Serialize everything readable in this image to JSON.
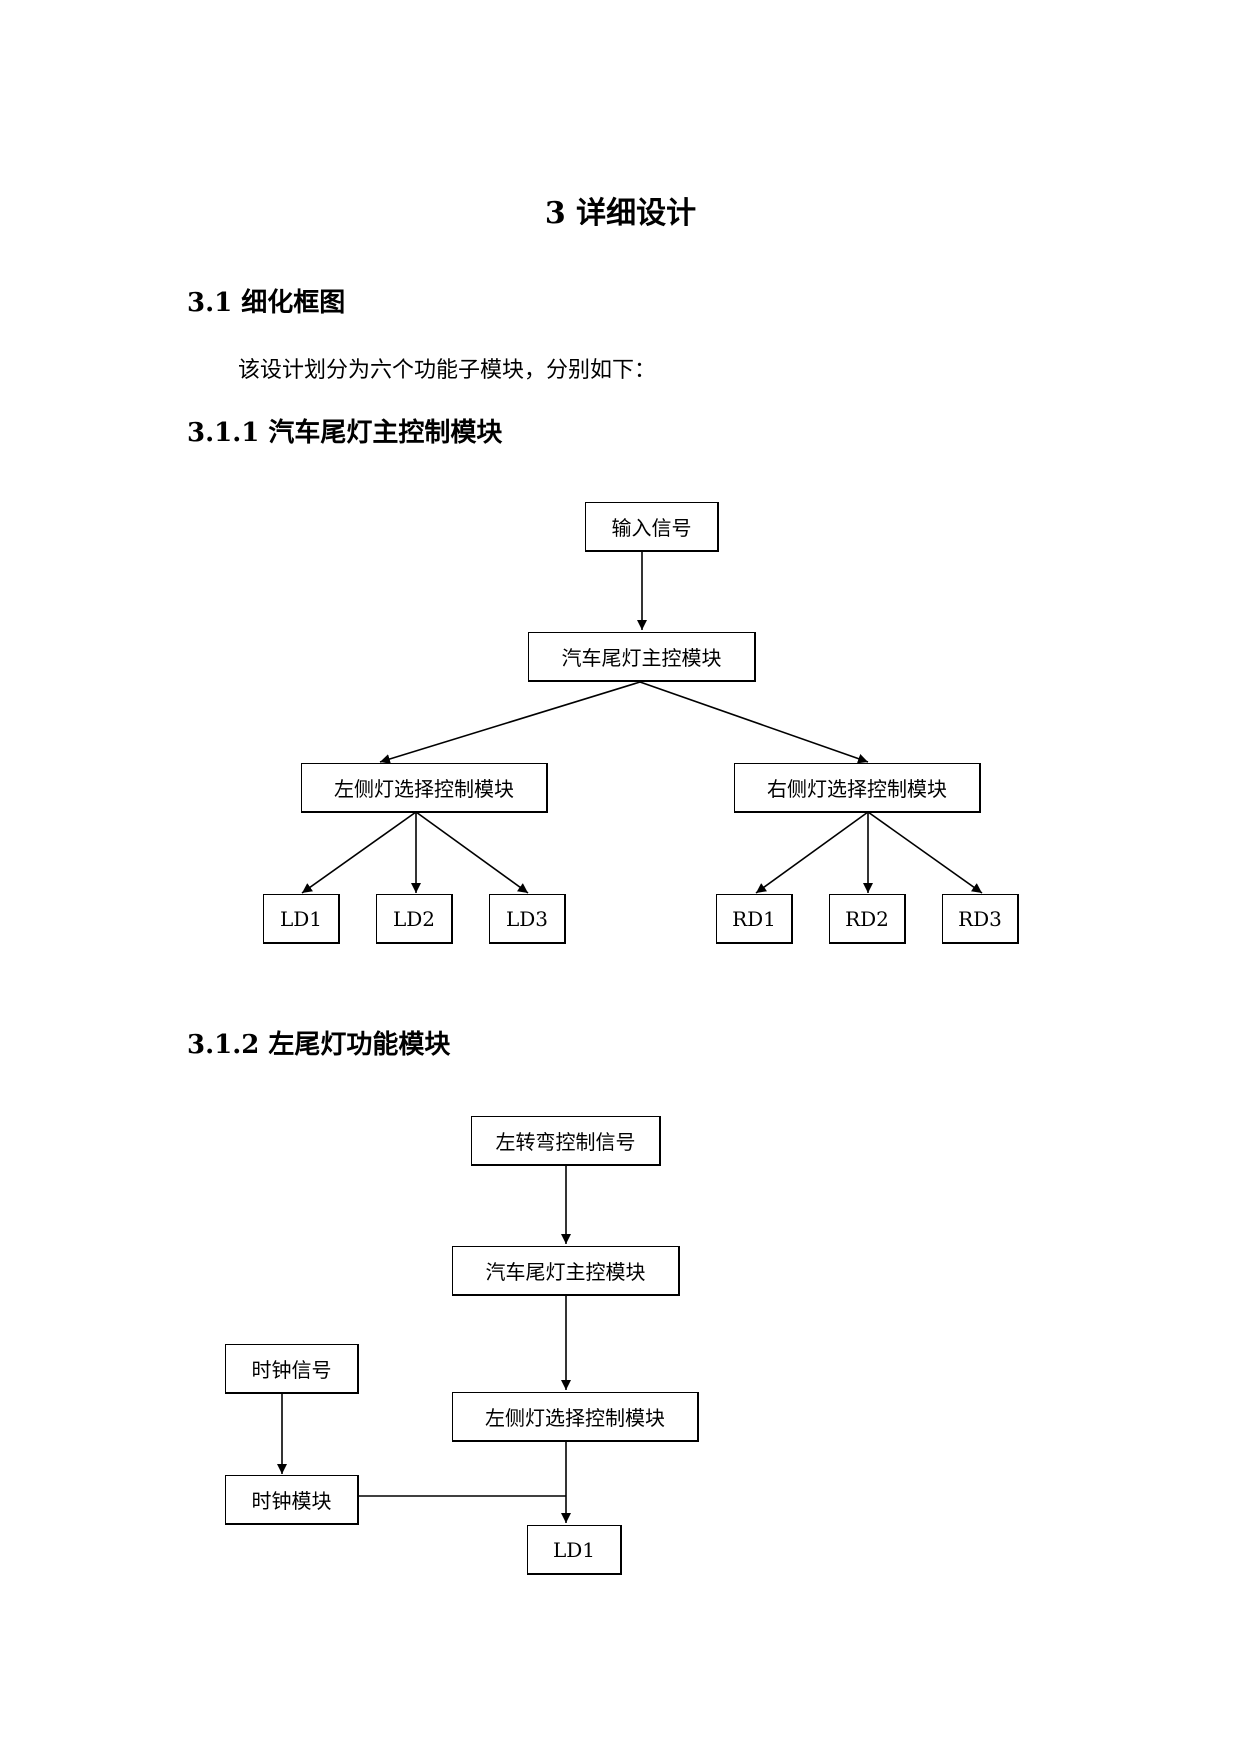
{
  "title": "3 详细设计",
  "section": "3.1  细化框图",
  "intro": "该设计划分为六个功能子模块，分别如下：",
  "sub1": {
    "heading": "3.1.1  汽车尾灯主控制模块",
    "boxes": {
      "input": "输入信号",
      "main": "汽车尾灯主控模块",
      "left": "左侧灯选择控制模块",
      "right": "右侧灯选择控制模块",
      "ld1": "LD1",
      "ld2": "LD2",
      "ld3": "LD3",
      "rd1": "RD1",
      "rd2": "RD2",
      "rd3": "RD3"
    }
  },
  "sub2": {
    "heading": "3.1.2  左尾灯功能模块",
    "boxes": {
      "turn": "左转弯控制信号",
      "main": "汽车尾灯主控模块",
      "left": "左侧灯选择控制模块",
      "clock_signal": "时钟信号",
      "clock_module": "时钟模块",
      "ld1": "LD1"
    }
  }
}
